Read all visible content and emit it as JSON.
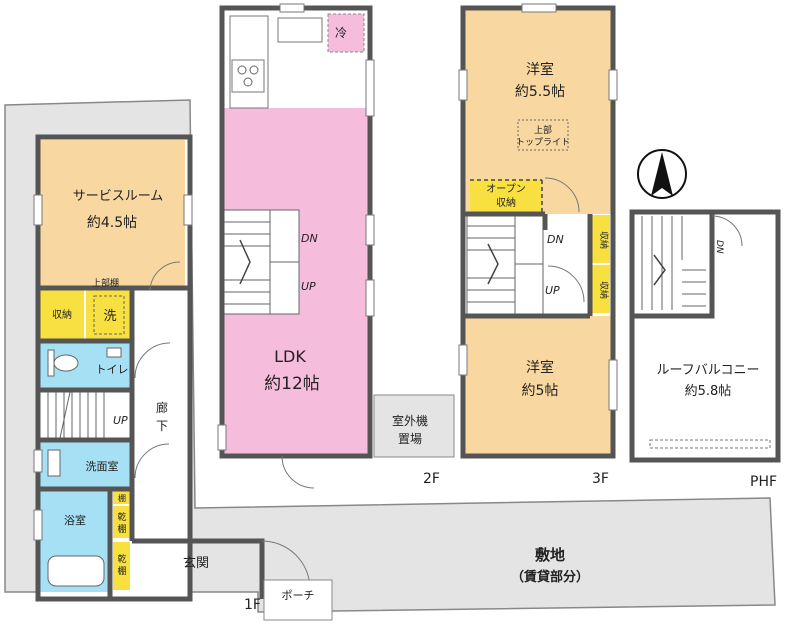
{
  "floors": {
    "f1": "1F",
    "f2": "2F",
    "f3": "3F",
    "phf": "PHF"
  },
  "rooms": {
    "service_room_name": "サービスルーム",
    "service_room_size": "約4.5帖",
    "attic_storage": "上部棚",
    "storage": "収納",
    "laundry": "洗",
    "toilet": "トイレ",
    "hallway_1": "廊",
    "hallway_2": "下",
    "washroom": "洗面室",
    "bathroom": "浴室",
    "dryer": "乾",
    "shelf": "棚",
    "entrance": "玄関",
    "porch": "ポーチ",
    "ldk_name": "LDK",
    "ldk_size": "約12帖",
    "fridge": "冷",
    "outdoor_unit_1": "室外機",
    "outdoor_unit_2": "置場",
    "western_a_name": "洋室",
    "western_a_size": "約5.5帖",
    "skylight_1": "上部",
    "skylight_2": "トップライト",
    "open_storage_1": "オープン",
    "open_storage_2": "収納",
    "western_b_name": "洋室",
    "western_b_size": "約5帖",
    "roof_balcony_name": "ルーフバルコニー",
    "roof_balcony_size": "約5.8帖",
    "site_name": "敷地",
    "site_note": "（賃貸部分）"
  },
  "stairs": {
    "dn": "DN",
    "up": "UP"
  },
  "colors": {
    "room_orange": "#f8d8a0",
    "ldk_pink": "#f6bcdc",
    "wet_blue": "#a6e0f5",
    "storage_yellow": "#f8e040",
    "lot_gray": "#e4e4e4",
    "wall": "#555555"
  },
  "icons": [
    "north-arrow-icon",
    "stove-icon",
    "sink-icon",
    "toilet-icon",
    "bathtub-icon"
  ]
}
